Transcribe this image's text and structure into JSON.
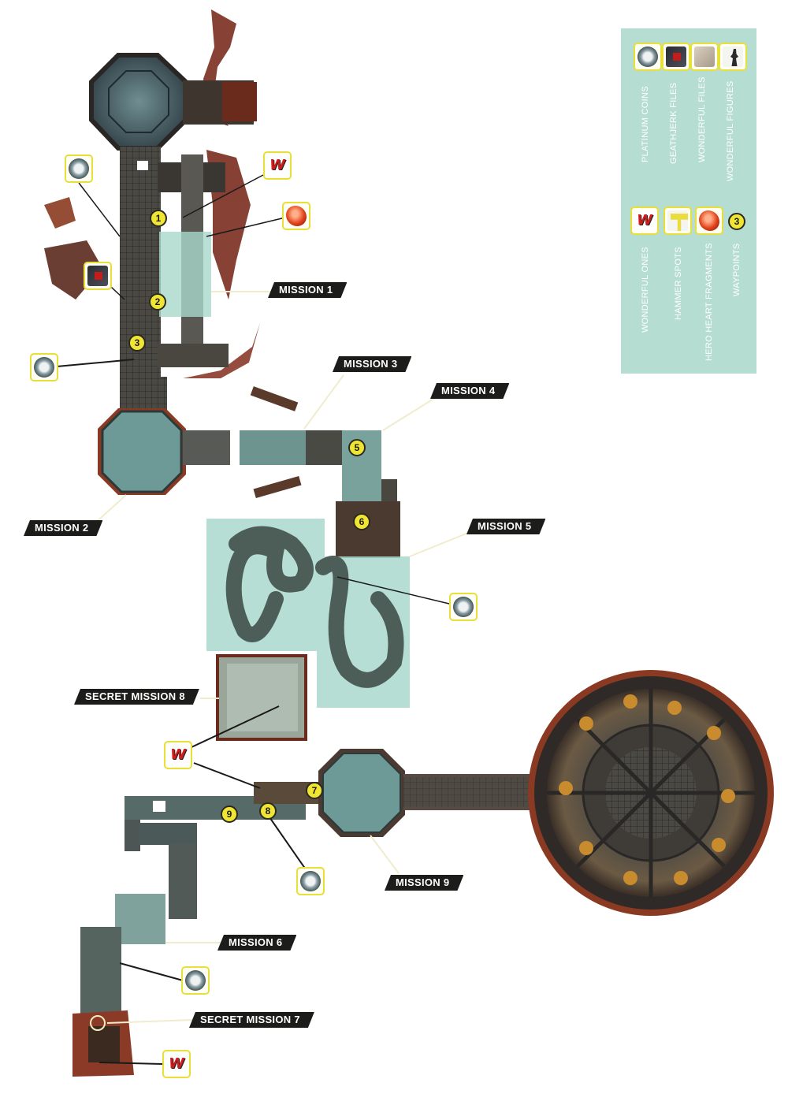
{
  "missions": {
    "m1": "MISSION 1",
    "m2": "MISSION 2",
    "m3": "MISSION 3",
    "m4": "MISSION 4",
    "m5": "MISSION 5",
    "m6": "MISSION 6",
    "m7": "SECRET MISSION 7",
    "m8": "SECRET MISSION 8",
    "m9": "MISSION 9"
  },
  "waypoints": [
    "1",
    "2",
    "3",
    "5",
    "6",
    "7",
    "8",
    "9"
  ],
  "legend": {
    "platinum_coins": "PLATINUM COINS",
    "geathjerk_files": "GEATHJERK FILES",
    "wonderful_files": "WONDERFUL FILES",
    "wonderful_figures": "WONDERFUL FIGURES",
    "wonderful_ones": "WONDERFUL ONES",
    "hammer_spots": "HAMMER SPOTS",
    "hero_heart_fragments": "HERO HEART FRAGMENTS",
    "waypoints": "WAYPOINTS",
    "waypoint_sample": "3"
  },
  "icons": {
    "coin": "platinum-coin-icon",
    "geathjerk_file": "geathjerk-file-icon",
    "wonderful_file": "wonderful-file-icon",
    "wonderful_figure": "wonderful-figure-icon",
    "wonderful_one": "wonderful-one-icon",
    "hammer_spot": "hammer-spot-icon",
    "hero_heart": "hero-heart-fragment-icon"
  },
  "colors": {
    "waypoint": "#f0e533",
    "icon_border": "#e8df3a",
    "legend_bg": "#b6ddd1",
    "mission_tag": "#1c1c1a",
    "mission_area": "#a9d8cc"
  }
}
